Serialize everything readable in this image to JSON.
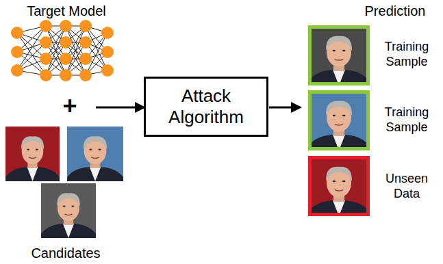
{
  "diagram": {
    "nodes": [
      {
        "text": [
          "Attack Algorithm"
        ]
      }
    ],
    "labels": [
      "Target Model",
      "+",
      "Candidates",
      "Prediction",
      "Training Sample",
      "Training Sample",
      "Unseen Data"
    ]
  }
}
